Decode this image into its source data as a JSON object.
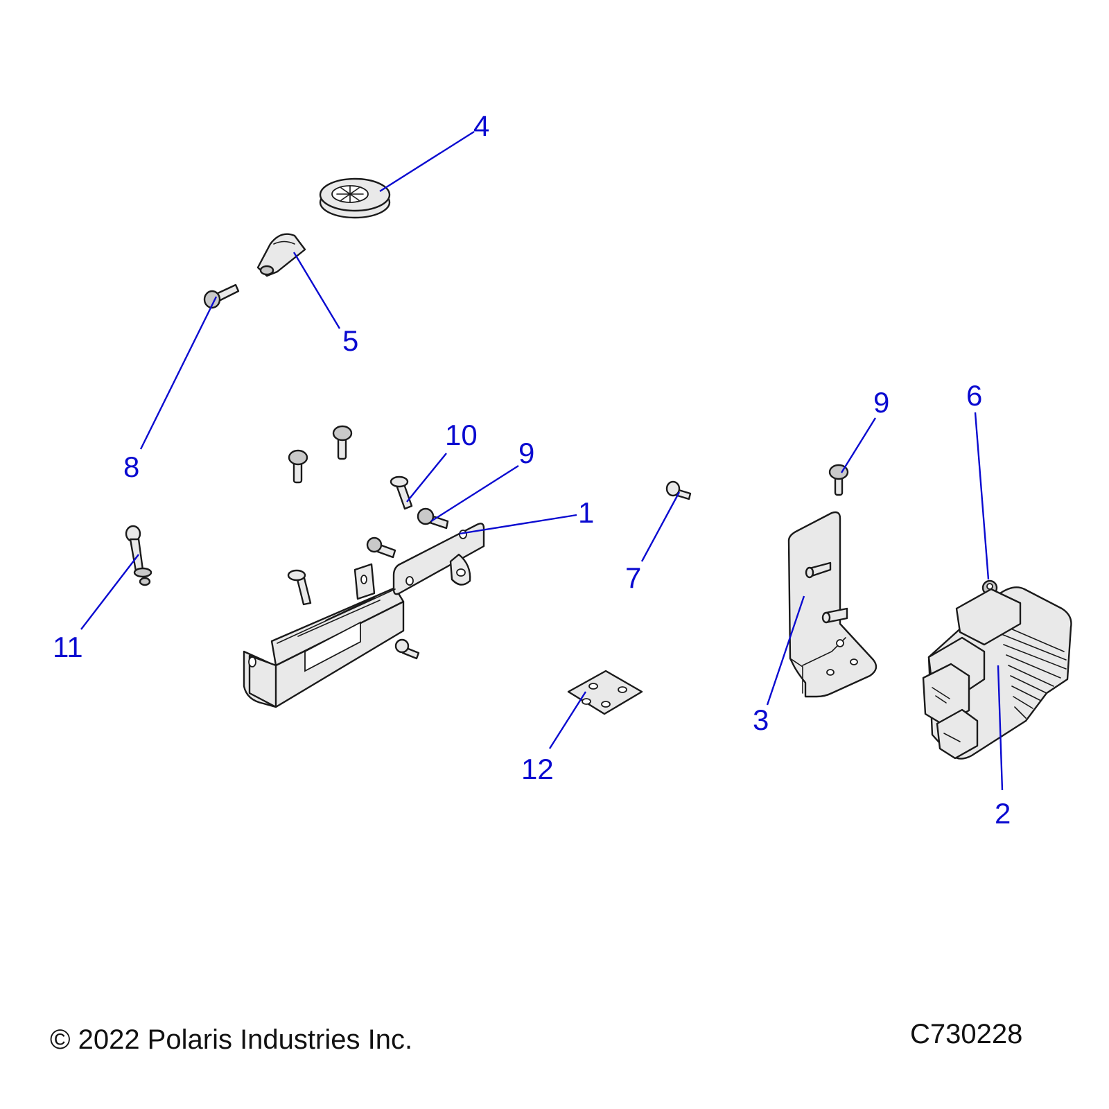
{
  "diagram": {
    "callouts": [
      {
        "id": "c1",
        "label": "1"
      },
      {
        "id": "c2",
        "label": "2"
      },
      {
        "id": "c3",
        "label": "3"
      },
      {
        "id": "c4",
        "label": "4"
      },
      {
        "id": "c5",
        "label": "5"
      },
      {
        "id": "c6",
        "label": "6"
      },
      {
        "id": "c7",
        "label": "7"
      },
      {
        "id": "c8",
        "label": "8"
      },
      {
        "id": "c9a",
        "label": "9"
      },
      {
        "id": "c9b",
        "label": "9"
      },
      {
        "id": "c10",
        "label": "10"
      },
      {
        "id": "c11",
        "label": "11"
      },
      {
        "id": "c12",
        "label": "12"
      }
    ]
  },
  "footer": {
    "copyright": "© 2022 Polaris Industries Inc.",
    "figure_id": "C730228"
  },
  "colors": {
    "callout": "#0a0ad0",
    "line_art": "#1a1a1a",
    "part_fill": "#e9e9e9"
  }
}
